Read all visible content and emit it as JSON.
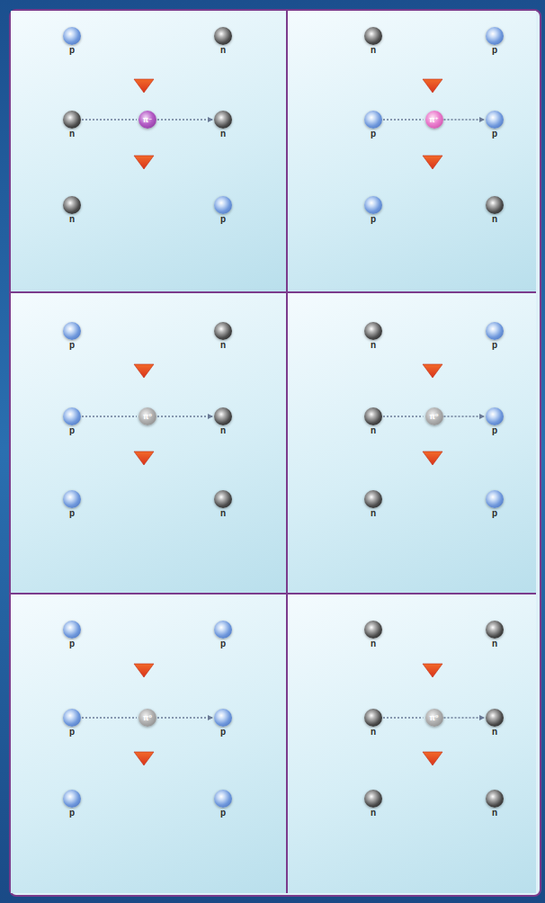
{
  "diagram": {
    "nodes": [
      {
        "text": [
          "p"
        ]
      },
      {
        "text": [
          "n"
        ]
      },
      {
        "text": [
          "n"
        ]
      },
      {
        "text": [
          "π⁻"
        ]
      },
      {
        "text": [
          "n"
        ]
      },
      {
        "text": [
          "n"
        ]
      },
      {
        "text": [
          "p"
        ]
      },
      {
        "text": [
          "n"
        ]
      },
      {
        "text": [
          "p"
        ]
      },
      {
        "text": [
          "p"
        ]
      },
      {
        "text": [
          "π⁺"
        ]
      },
      {
        "text": [
          "p"
        ]
      },
      {
        "text": [
          "p"
        ]
      },
      {
        "text": [
          "n"
        ]
      },
      {
        "text": [
          "p"
        ]
      },
      {
        "text": [
          "n"
        ]
      },
      {
        "text": [
          "p"
        ]
      },
      {
        "text": [
          "π⁰"
        ]
      },
      {
        "text": [
          "n"
        ]
      },
      {
        "text": [
          "p"
        ]
      },
      {
        "text": [
          "n"
        ]
      },
      {
        "text": [
          "n"
        ]
      },
      {
        "text": [
          "p"
        ]
      },
      {
        "text": [
          "n"
        ]
      },
      {
        "text": [
          "π⁰"
        ]
      },
      {
        "text": [
          "p"
        ]
      },
      {
        "text": [
          "n"
        ]
      },
      {
        "text": [
          "p"
        ]
      },
      {
        "text": [
          "p"
        ]
      },
      {
        "text": [
          "p"
        ]
      },
      {
        "text": [
          "p"
        ]
      },
      {
        "text": [
          "π⁰"
        ]
      },
      {
        "text": [
          "p"
        ]
      },
      {
        "text": [
          "p"
        ]
      },
      {
        "text": [
          "p"
        ]
      },
      {
        "text": [
          "n"
        ]
      },
      {
        "text": [
          "n"
        ]
      },
      {
        "text": [
          "n"
        ]
      },
      {
        "text": [
          "π⁰"
        ]
      },
      {
        "text": [
          "n"
        ]
      },
      {
        "text": [
          "n"
        ]
      },
      {
        "text": [
          "n"
        ]
      }
    ],
    "edges": [
      {
        "from": 2,
        "to": 3,
        "arrow": "none"
      },
      {
        "from": 3,
        "to": 4,
        "arrow": "to"
      },
      {
        "from": 9,
        "to": 10,
        "arrow": "none"
      },
      {
        "from": 10,
        "to": 11,
        "arrow": "to"
      },
      {
        "from": 16,
        "to": 17,
        "arrow": "none"
      },
      {
        "from": 17,
        "to": 18,
        "arrow": "to"
      },
      {
        "from": 23,
        "to": 24,
        "arrow": "none"
      },
      {
        "from": 24,
        "to": 25,
        "arrow": "to"
      },
      {
        "from": 30,
        "to": 31,
        "arrow": "none"
      },
      {
        "from": 31,
        "to": 32,
        "arrow": "to"
      },
      {
        "from": 37,
        "to": 38,
        "arrow": "none"
      },
      {
        "from": 38,
        "to": 39,
        "arrow": "to"
      }
    ]
  }
}
